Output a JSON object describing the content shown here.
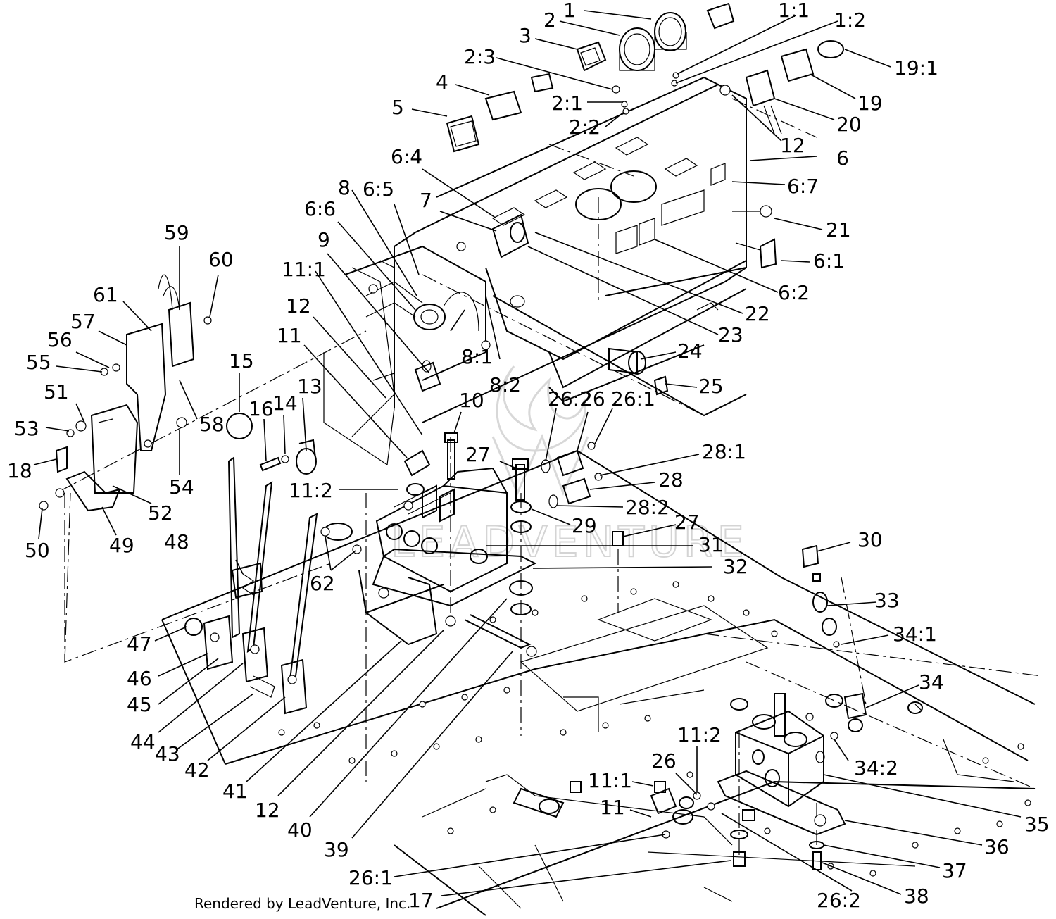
{
  "credit": "Rendered by LeadVenture, Inc.",
  "watermark": {
    "text": "LEADVENTURE"
  },
  "callouts": [
    {
      "id": "1",
      "text": "1"
    },
    {
      "id": "1-1",
      "text": "1:1"
    },
    {
      "id": "1-2",
      "text": "1:2"
    },
    {
      "id": "2",
      "text": "2"
    },
    {
      "id": "2-3",
      "text": "2:3"
    },
    {
      "id": "2-1",
      "text": "2:1"
    },
    {
      "id": "2-2",
      "text": "2:2"
    },
    {
      "id": "3",
      "text": "3"
    },
    {
      "id": "4",
      "text": "4"
    },
    {
      "id": "5",
      "text": "5"
    },
    {
      "id": "19-1",
      "text": "19:1"
    },
    {
      "id": "19",
      "text": "19"
    },
    {
      "id": "20",
      "text": "20"
    },
    {
      "id": "12a",
      "text": "12"
    },
    {
      "id": "6",
      "text": "6"
    },
    {
      "id": "6-7",
      "text": "6:7"
    },
    {
      "id": "6-4",
      "text": "6:4"
    },
    {
      "id": "8",
      "text": "8"
    },
    {
      "id": "6-5",
      "text": "6:5"
    },
    {
      "id": "7",
      "text": "7"
    },
    {
      "id": "6-6",
      "text": "6:6"
    },
    {
      "id": "9",
      "text": "9"
    },
    {
      "id": "21",
      "text": "21"
    },
    {
      "id": "6-1",
      "text": "6:1"
    },
    {
      "id": "6-2",
      "text": "6:2"
    },
    {
      "id": "22",
      "text": "22"
    },
    {
      "id": "23",
      "text": "23"
    },
    {
      "id": "59",
      "text": "59"
    },
    {
      "id": "60",
      "text": "60"
    },
    {
      "id": "61",
      "text": "61"
    },
    {
      "id": "57",
      "text": "57"
    },
    {
      "id": "56",
      "text": "56"
    },
    {
      "id": "55",
      "text": "55"
    },
    {
      "id": "11-1a",
      "text": "11:1"
    },
    {
      "id": "12b",
      "text": "12"
    },
    {
      "id": "11a",
      "text": "11"
    },
    {
      "id": "8-1",
      "text": "8:1"
    },
    {
      "id": "8-2",
      "text": "8:2"
    },
    {
      "id": "24",
      "text": "24"
    },
    {
      "id": "25",
      "text": "25"
    },
    {
      "id": "15",
      "text": "15"
    },
    {
      "id": "51",
      "text": "51"
    },
    {
      "id": "16",
      "text": "16"
    },
    {
      "id": "14",
      "text": "14"
    },
    {
      "id": "13",
      "text": "13"
    },
    {
      "id": "58",
      "text": "58"
    },
    {
      "id": "10",
      "text": "10"
    },
    {
      "id": "26-2a",
      "text": "26:2"
    },
    {
      "id": "26a",
      "text": "26"
    },
    {
      "id": "26-1a",
      "text": "26:1"
    },
    {
      "id": "53",
      "text": "53"
    },
    {
      "id": "27a",
      "text": "27"
    },
    {
      "id": "28-1",
      "text": "28:1"
    },
    {
      "id": "18",
      "text": "18"
    },
    {
      "id": "54",
      "text": "54"
    },
    {
      "id": "11-2a",
      "text": "11:2"
    },
    {
      "id": "28",
      "text": "28"
    },
    {
      "id": "52",
      "text": "52"
    },
    {
      "id": "28-2",
      "text": "28:2"
    },
    {
      "id": "29",
      "text": "29"
    },
    {
      "id": "50",
      "text": "50"
    },
    {
      "id": "49",
      "text": "49"
    },
    {
      "id": "27b",
      "text": "27"
    },
    {
      "id": "48",
      "text": "48"
    },
    {
      "id": "31",
      "text": "31"
    },
    {
      "id": "30",
      "text": "30"
    },
    {
      "id": "32",
      "text": "32"
    },
    {
      "id": "62",
      "text": "62"
    },
    {
      "id": "33",
      "text": "33"
    },
    {
      "id": "47",
      "text": "47"
    },
    {
      "id": "34-1",
      "text": "34:1"
    },
    {
      "id": "46",
      "text": "46"
    },
    {
      "id": "34",
      "text": "34"
    },
    {
      "id": "45",
      "text": "45"
    },
    {
      "id": "44",
      "text": "44"
    },
    {
      "id": "43",
      "text": "43"
    },
    {
      "id": "11-2b",
      "text": "11:2"
    },
    {
      "id": "42",
      "text": "42"
    },
    {
      "id": "26b",
      "text": "26"
    },
    {
      "id": "34-2",
      "text": "34:2"
    },
    {
      "id": "11-1b",
      "text": "11:1"
    },
    {
      "id": "41",
      "text": "41"
    },
    {
      "id": "11b",
      "text": "11"
    },
    {
      "id": "12c",
      "text": "12"
    },
    {
      "id": "35",
      "text": "35"
    },
    {
      "id": "40",
      "text": "40"
    },
    {
      "id": "36",
      "text": "36"
    },
    {
      "id": "39",
      "text": "39"
    },
    {
      "id": "37",
      "text": "37"
    },
    {
      "id": "26-1b",
      "text": "26:1"
    },
    {
      "id": "26-2b",
      "text": "26:2"
    },
    {
      "id": "38",
      "text": "38"
    },
    {
      "id": "17",
      "text": "17"
    }
  ]
}
